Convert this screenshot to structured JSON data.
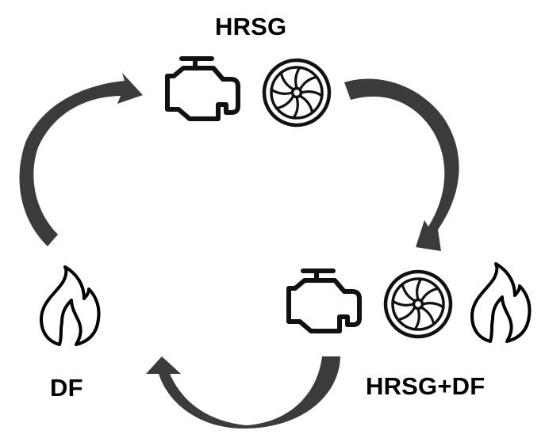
{
  "diagram": {
    "nodes": [
      {
        "id": "hrsg",
        "label": "HRSG",
        "icons": [
          "engine-icon",
          "turbine-fan-icon"
        ]
      },
      {
        "id": "hrsg_df",
        "label": "HRSG+DF",
        "icons": [
          "engine-icon",
          "turbine-fan-icon",
          "flame-icon"
        ]
      },
      {
        "id": "df",
        "label": "DF",
        "icons": [
          "flame-icon"
        ]
      }
    ],
    "edges": [
      {
        "from": "hrsg",
        "to": "hrsg_df"
      },
      {
        "from": "hrsg_df",
        "to": "df"
      },
      {
        "from": "df",
        "to": "hrsg"
      }
    ]
  },
  "colors": {
    "arrow": "#3b3b3b",
    "icon_stroke": "#111111",
    "text": "#000000"
  }
}
